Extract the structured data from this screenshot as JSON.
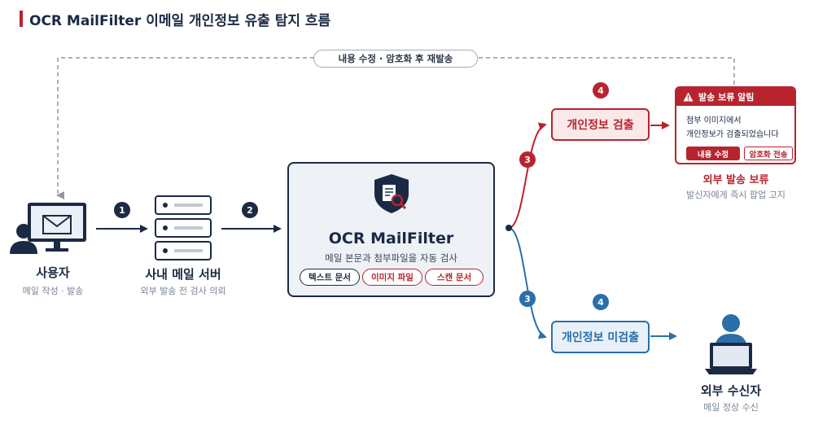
{
  "title": "OCR MailFilter 이메일 개인정보 유출 탐지 흐름",
  "loop_label": "내용 수정 · 암호화 후 재발송",
  "nodes": {
    "user": {
      "title": "사용자",
      "subtitle": "메일 작성 · 발송"
    },
    "server": {
      "title": "사내 메일 서버",
      "subtitle": "외부 발송 전 검사 의뢰"
    },
    "filter": {
      "title": "OCR MailFilter",
      "subtitle": "메일 본문과 첨부파일을 자동 검사",
      "chips": [
        "텍스트 문서",
        "이미지 파일",
        "스캔 문서"
      ]
    },
    "detected": {
      "label": "개인정보 검출"
    },
    "not_detected": {
      "label": "개인정보 미검출"
    },
    "hold": {
      "title": "외부 발송 보류",
      "subtitle": "발신자에게 즉시 팝업 고지"
    },
    "recipient": {
      "title": "외부 수신자",
      "subtitle": "메일 정상 수신"
    }
  },
  "alert": {
    "header": "발송 보류 알림",
    "line1": "첨부 이미지에서",
    "line2": "개인정보가 검출되었습니다",
    "btn_edit": "내용 수정",
    "btn_encrypt": "암호화 전송"
  },
  "steps": {
    "s1": "1",
    "s2": "2",
    "s3_red": "3",
    "s4_red": "4",
    "s3_blue": "3",
    "s4_blue": "4"
  },
  "colors": {
    "navy": "#1b2a44",
    "red": "#b8242e",
    "blue": "#2a6fa8",
    "gray": "#a4abb5"
  }
}
